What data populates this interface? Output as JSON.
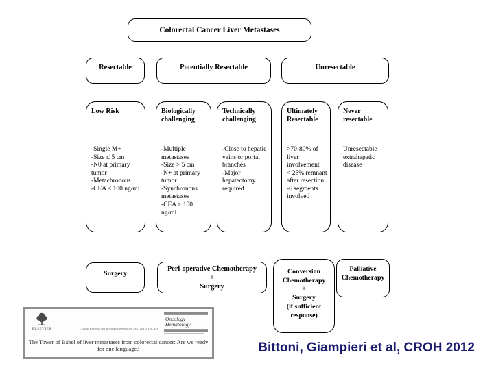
{
  "slide": {
    "background": "#ffffff",
    "citation": {
      "text": "Bittoni, Giampieri et al, CROH 2012",
      "color": "#1b1b6e"
    }
  },
  "flowchart": {
    "root": "Colorectal Cancer Liver Metastases",
    "categories": [
      {
        "label": "Resectable"
      },
      {
        "label": "Potentially Resectable"
      },
      {
        "label": "Unresectable"
      }
    ],
    "risk_groups": [
      {
        "header": "Low Risk",
        "criteria": [
          "-Single M+",
          "-Size ≤ 5 cm",
          "-N0 at primary tumor",
          "-Metachronous",
          "-CEA ≤ 100 ng/mL"
        ]
      },
      {
        "header": "Biologically challenging",
        "criteria": [
          "-Multiple metastases",
          "-Size > 5 cm",
          "-N+ at primary tumor",
          "-Synchronous metastases",
          "-CEA > 100 ng/mL"
        ]
      },
      {
        "header": "Technically challenging",
        "criteria": [
          "-Close to hepatic veins or portal branches",
          "-Major hepatectomy required"
        ]
      },
      {
        "header": "Ultimately Resectable",
        "criteria": [
          ">70-80% of liver involvement",
          "< 25% remnant after resection",
          "-6 segments involved"
        ]
      },
      {
        "header": "Never resectable",
        "criteria": [
          "Unresectable extrahepatic disease"
        ]
      }
    ],
    "treatments": [
      {
        "lines": [
          "Surgery"
        ]
      },
      {
        "lines": [
          "Peri-operative Chemotherapy",
          "+",
          "Surgery"
        ]
      },
      {
        "lines": [
          "Conversion Chemotherapy",
          "+",
          "Surgery",
          "(if sufficient response)"
        ]
      },
      {
        "lines": [
          "Palliative Chemotherapy"
        ]
      }
    ]
  },
  "figure": {
    "publisher": "ELSEVIER",
    "header_line": "Critical Reviews in Oncology/Hematology xxx (2012) xxx–xxx",
    "journal_name": [
      "Oncology",
      "Hematology"
    ],
    "article_title": "The Tower of Babel of liver metastases from colorectal cancer: Are we ready for one language?"
  }
}
